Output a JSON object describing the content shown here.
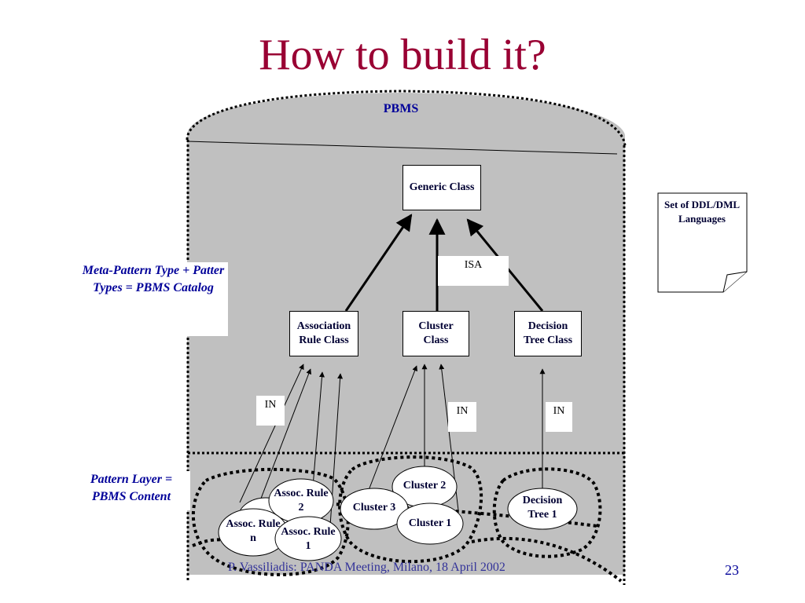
{
  "title": "How to build it?",
  "pbms_label": "PBMS",
  "side_labels": {
    "catalog": "Meta-Pattern Type + Patter Types = PBMS Catalog",
    "content": "Pattern Layer = PBMS Content"
  },
  "document_note": "Set of DDL/DML Languages",
  "classes": {
    "generic": "Generic Class",
    "association": "Association Rule Class",
    "cluster": "Cluster Class",
    "decision": "Decision Tree Class"
  },
  "relation_labels": {
    "isa": "ISA",
    "in_assoc": "IN",
    "in_cluster": "IN",
    "in_decision": "IN"
  },
  "instances": {
    "assoc_rule_2": "Assoc. Rule 2",
    "assoc_rule_n": "Assoc. Rule n",
    "assoc_rule_1": "Assoc. Rule 1",
    "cluster_2": "Cluster 2",
    "cluster_3": "Cluster 3",
    "cluster_1": "Cluster 1",
    "decision_tree_1": "Decision Tree 1"
  },
  "footer": "P. Vassiliadis: PANDA Meeting, Milano, 18 April 2002",
  "page_number": "23",
  "colors": {
    "title": "#990033",
    "label_blue": "#000099",
    "panel_gray": "#c0c0c0"
  }
}
